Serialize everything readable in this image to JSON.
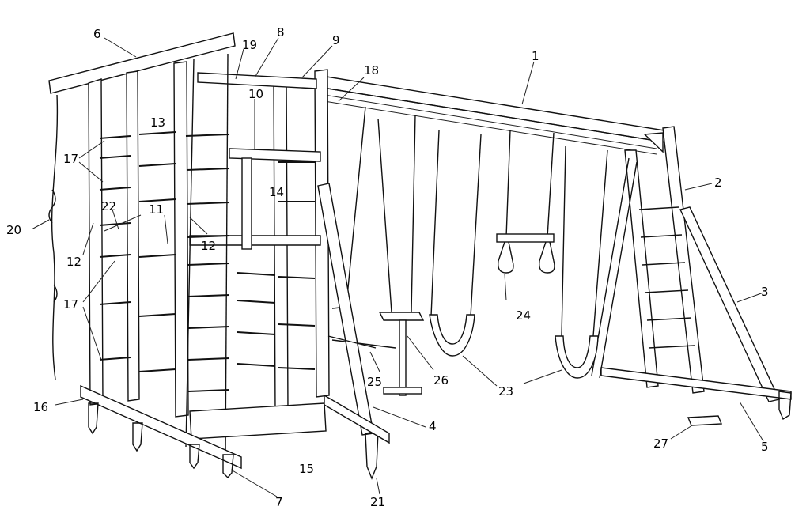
{
  "diagram": {
    "callouts": [
      {
        "id": "c1",
        "text": "1"
      },
      {
        "id": "c2",
        "text": "2"
      },
      {
        "id": "c3",
        "text": "3"
      },
      {
        "id": "c4",
        "text": "4"
      },
      {
        "id": "c5",
        "text": "5"
      },
      {
        "id": "c6",
        "text": "6"
      },
      {
        "id": "c7",
        "text": "7"
      },
      {
        "id": "c8",
        "text": "8"
      },
      {
        "id": "c9",
        "text": "9"
      },
      {
        "id": "c10",
        "text": "10"
      },
      {
        "id": "c11",
        "text": "11"
      },
      {
        "id": "c12a",
        "text": "12"
      },
      {
        "id": "c12b",
        "text": "12"
      },
      {
        "id": "c13",
        "text": "13"
      },
      {
        "id": "c14",
        "text": "14"
      },
      {
        "id": "c15",
        "text": "15"
      },
      {
        "id": "c16",
        "text": "16"
      },
      {
        "id": "c17a",
        "text": "17"
      },
      {
        "id": "c17b",
        "text": "17"
      },
      {
        "id": "c18",
        "text": "18"
      },
      {
        "id": "c19",
        "text": "19"
      },
      {
        "id": "c20",
        "text": "20"
      },
      {
        "id": "c21",
        "text": "21"
      },
      {
        "id": "c22",
        "text": "22"
      },
      {
        "id": "c23",
        "text": "23"
      },
      {
        "id": "c24",
        "text": "24"
      },
      {
        "id": "c25",
        "text": "25"
      },
      {
        "id": "c26",
        "text": "26"
      },
      {
        "id": "c27",
        "text": "27"
      }
    ]
  }
}
